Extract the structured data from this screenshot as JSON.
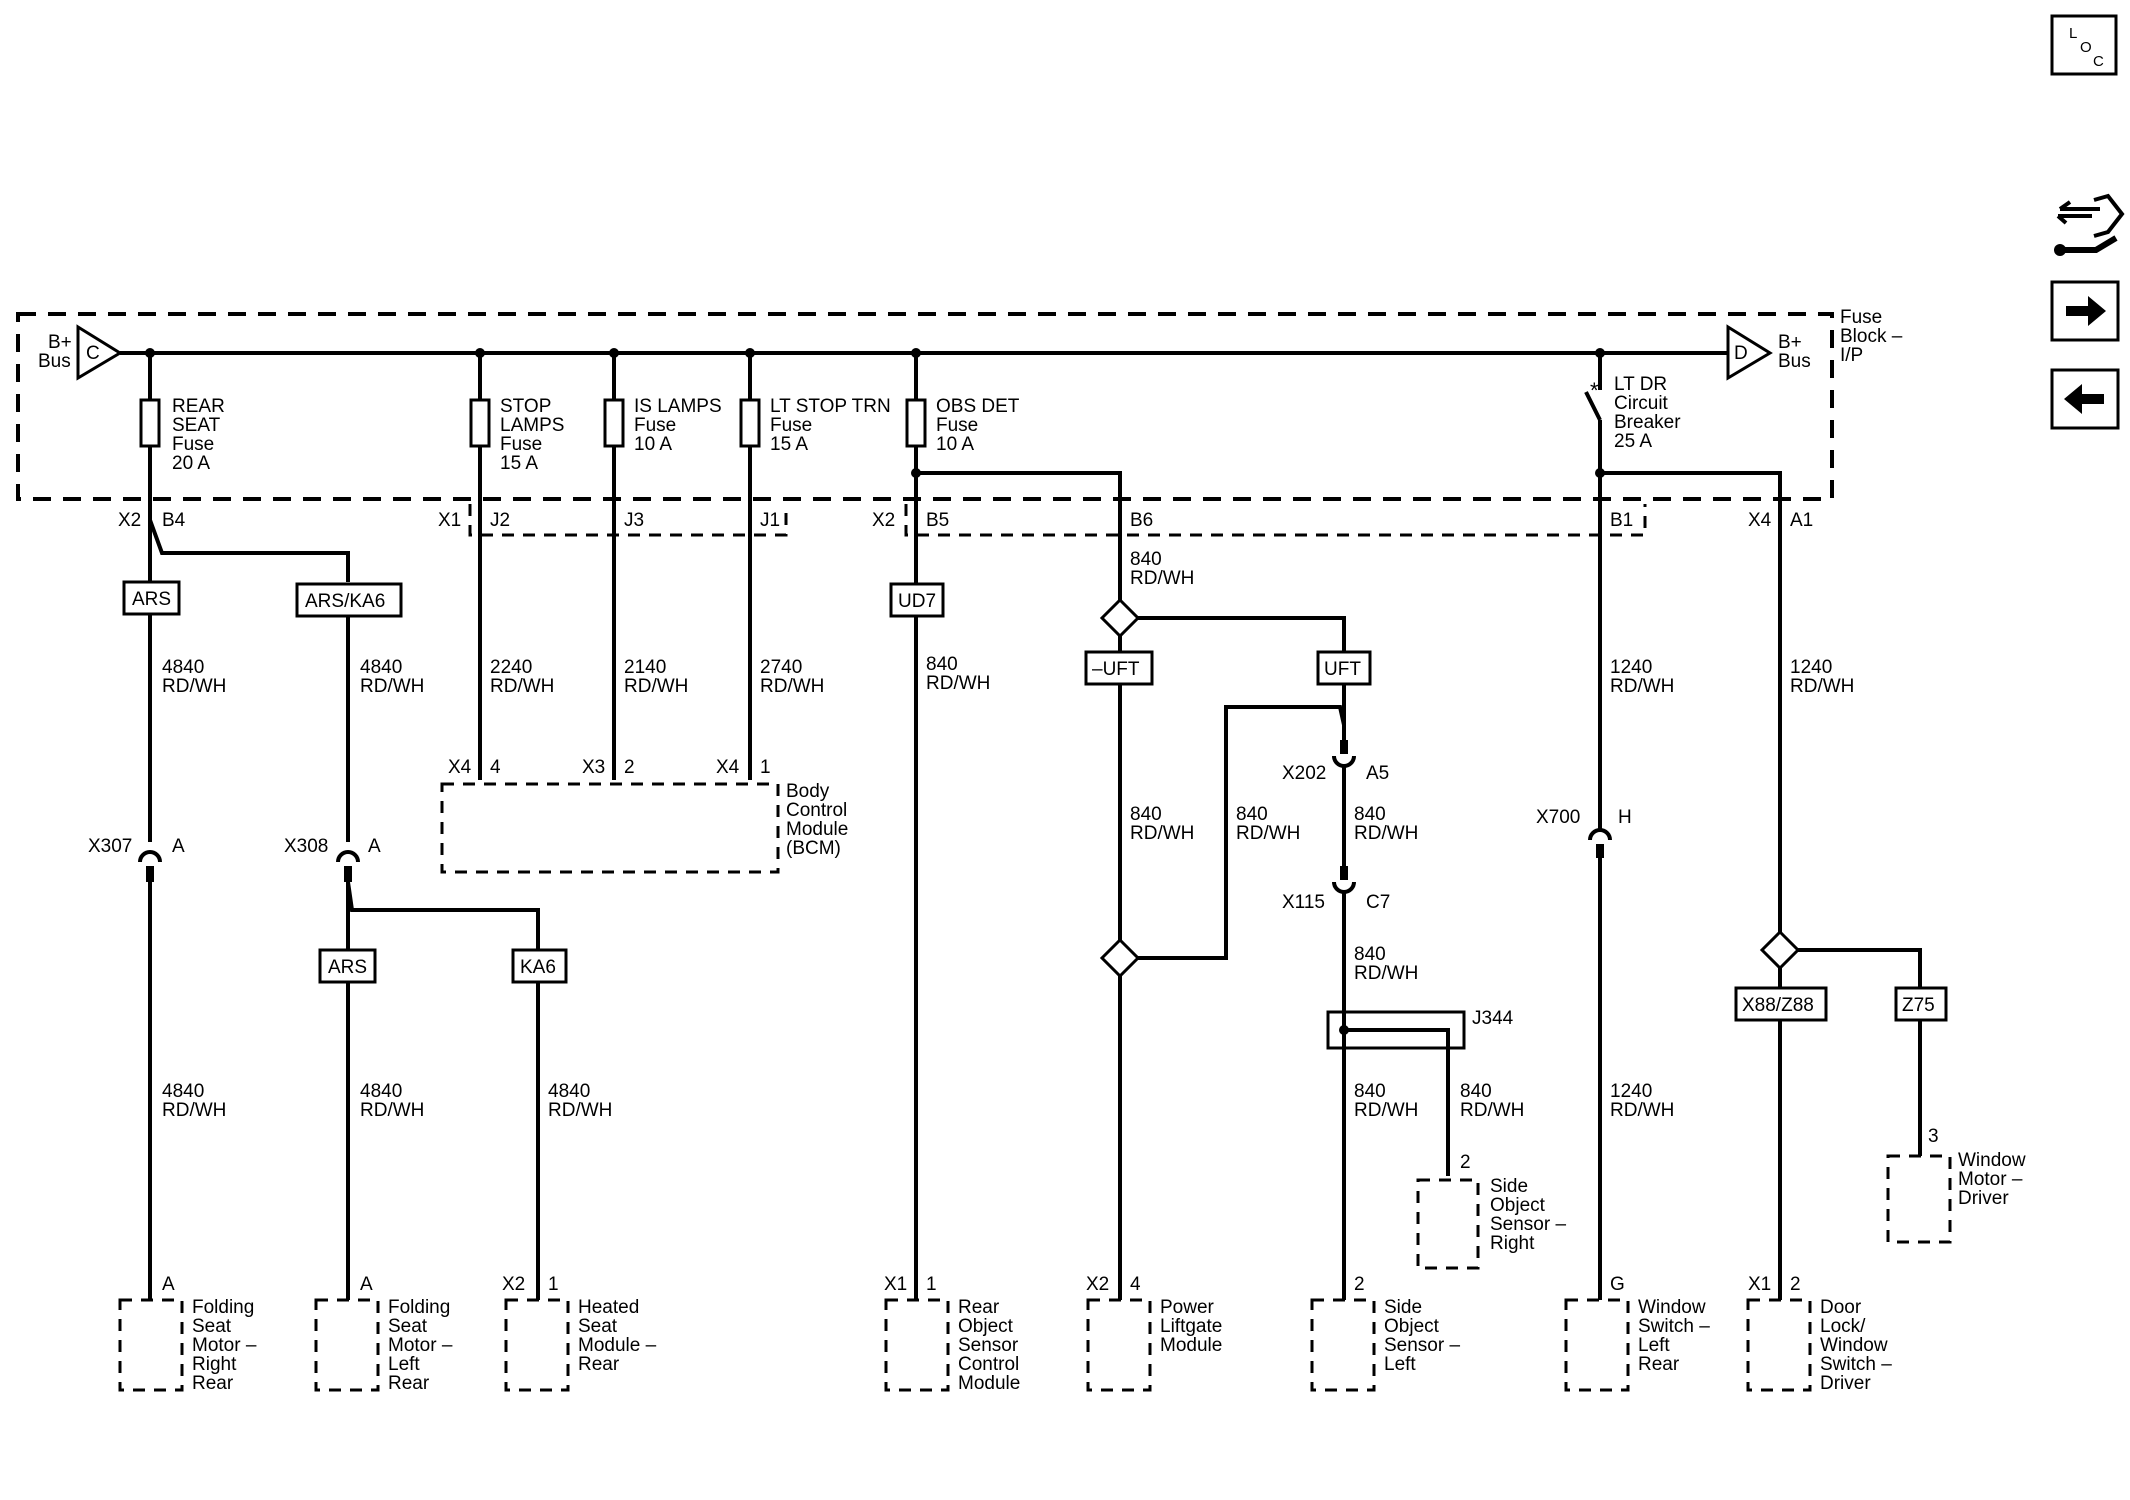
{
  "nav": {
    "loc_letters": [
      "L",
      "O",
      "C"
    ],
    "icons": [
      "service-tools-icon",
      "arrow-right-icon",
      "arrow-left-icon"
    ]
  },
  "fuse_block": {
    "name": [
      "Fuse",
      "Block –",
      "I/P"
    ],
    "bus_left": {
      "letter": "C",
      "label": [
        "B+",
        "Bus"
      ]
    },
    "bus_right": {
      "letter": "D",
      "label": [
        "B+",
        "Bus"
      ]
    }
  },
  "fuses": {
    "rear_seat": [
      "REAR",
      "SEAT",
      "Fuse",
      "20 A"
    ],
    "stop_lamps": [
      "STOP",
      "LAMPS",
      "Fuse",
      "15 A"
    ],
    "is_lamps": [
      "IS LAMPS",
      "Fuse",
      "10 A"
    ],
    "lt_stop_trn": [
      "LT STOP TRN",
      "Fuse",
      "15 A"
    ],
    "obs_det": [
      "OBS DET",
      "Fuse",
      "10 A"
    ],
    "lt_dr": [
      "LT DR",
      "Circuit",
      "Breaker",
      "25 A"
    ]
  },
  "pins": {
    "x2": "X2",
    "b4": "B4",
    "x1": "X1",
    "j2": "J2",
    "j3": "J3",
    "j1": "J1",
    "x2b": "X2",
    "b5": "B5",
    "b6": "B6",
    "b1": "B1",
    "x4": "X4",
    "a1": "A1",
    "x4a": "X4",
    "p4": "4",
    "x3": "X3",
    "p2": "2",
    "x4b": "X4",
    "p1": "1",
    "x307": "X307",
    "x307a": "A",
    "x308": "X308",
    "x308a": "A",
    "x202": "X202",
    "a5": "A5",
    "x115": "X115",
    "c7": "C7",
    "x700": "X700",
    "h": "H",
    "j344": "J344",
    "sor_pin": "2",
    "wmd_pin": "3",
    "fsr_pin": "A",
    "fsl_pin": "A",
    "hsm_x": "X2",
    "hsm_pin": "1",
    "ros_x": "X1",
    "ros_pin": "1",
    "plm_x": "X2",
    "plm_pin": "4",
    "sol_pin": "2",
    "wsl_pin": "G",
    "dlw_x": "X1",
    "dlw_pin": "2"
  },
  "options": {
    "ars": "ARS",
    "ars_ka6": "ARS/KA6",
    "ud7": "UD7",
    "not_uft": "–UFT",
    "uft": "UFT",
    "ars2": "ARS",
    "ka6": "KA6",
    "x88_z88": "X88/Z88",
    "z75": "Z75"
  },
  "wires": {
    "w4840": [
      "4840",
      "RD/WH"
    ],
    "w2240": [
      "2240",
      "RD/WH"
    ],
    "w2140": [
      "2140",
      "RD/WH"
    ],
    "w2740": [
      "2740",
      "RD/WH"
    ],
    "w840": [
      "840",
      "RD/WH"
    ],
    "w1240": [
      "1240",
      "RD/WH"
    ]
  },
  "components": {
    "bcm": [
      "Body",
      "Control",
      "Module",
      "(BCM)"
    ],
    "fsm_right": [
      "Folding",
      "Seat",
      "Motor –",
      "Right",
      "Rear"
    ],
    "fsm_left": [
      "Folding",
      "Seat",
      "Motor –",
      "Left",
      "Rear"
    ],
    "hsm_rear": [
      "Heated",
      "Seat",
      "Module –",
      "Rear"
    ],
    "ros_module": [
      "Rear",
      "Object",
      "Sensor",
      "Control",
      "Module"
    ],
    "plm": [
      "Power",
      "Liftgate",
      "Module"
    ],
    "sos_left": [
      "Side",
      "Object",
      "Sensor –",
      "Left"
    ],
    "sos_right": [
      "Side",
      "Object",
      "Sensor –",
      "Right"
    ],
    "ws_left_rear": [
      "Window",
      "Switch –",
      "Left",
      "Rear"
    ],
    "dl_ws_driver": [
      "Door",
      "Lock/",
      "Window",
      "Switch –",
      "Driver"
    ],
    "wm_driver": [
      "Window",
      "Motor –",
      "Driver"
    ]
  }
}
